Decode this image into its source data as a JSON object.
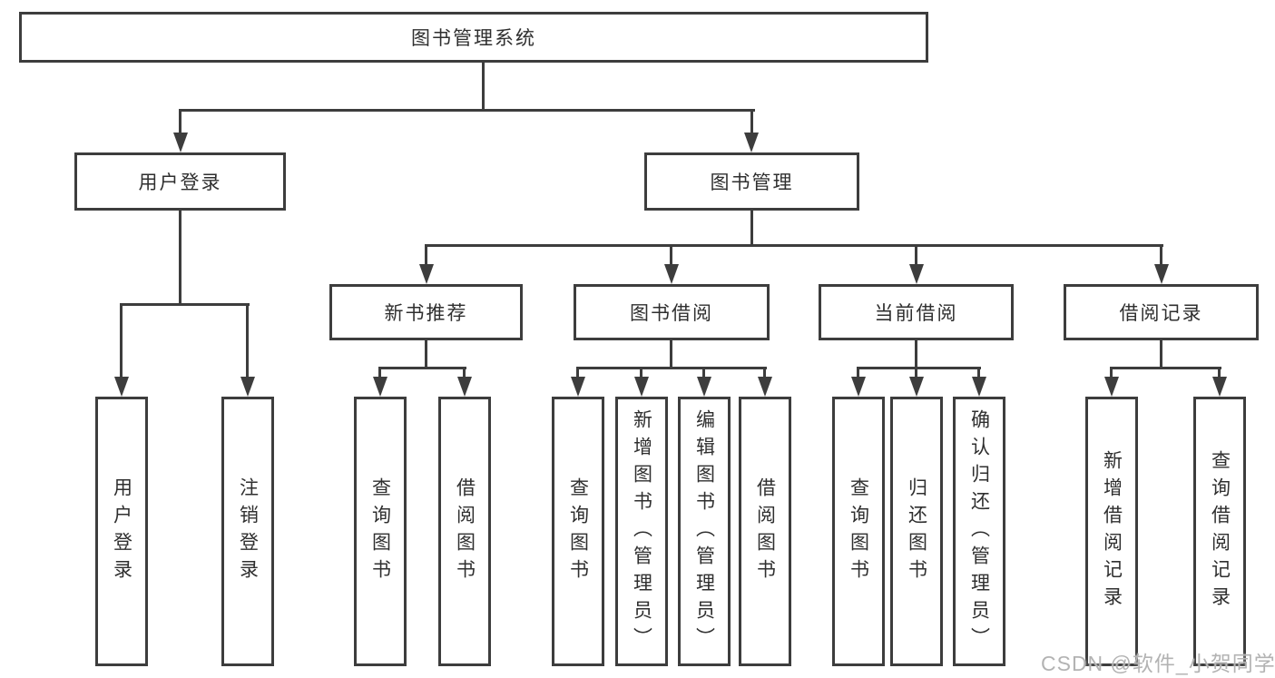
{
  "diagram": {
    "root": {
      "label": "图书管理系统"
    },
    "level1": [
      {
        "label": "用户登录"
      },
      {
        "label": "图书管理"
      }
    ],
    "level2": [
      {
        "label": "新书推荐"
      },
      {
        "label": "图书借阅"
      },
      {
        "label": "当前借阅"
      },
      {
        "label": "借阅记录"
      }
    ],
    "leaves": [
      {
        "label": "用户登录"
      },
      {
        "label": "注销登录"
      },
      {
        "label": "查询图书"
      },
      {
        "label": "借阅图书"
      },
      {
        "label": "查询图书"
      },
      {
        "label": "新增图书（管理员）"
      },
      {
        "label": "编辑图书（管理员）"
      },
      {
        "label": "借阅图书"
      },
      {
        "label": "查询图书"
      },
      {
        "label": "归还图书"
      },
      {
        "label": "确认归还（管理员）"
      },
      {
        "label": "新增借阅记录"
      },
      {
        "label": "查询借阅记录"
      }
    ]
  },
  "watermark": {
    "text": "CSDN @软件_小贺同学"
  },
  "colors": {
    "line": "#3d3d3d",
    "text": "#2f2f2f",
    "watermark": "#b3b3b3",
    "background": "#ffffff"
  }
}
